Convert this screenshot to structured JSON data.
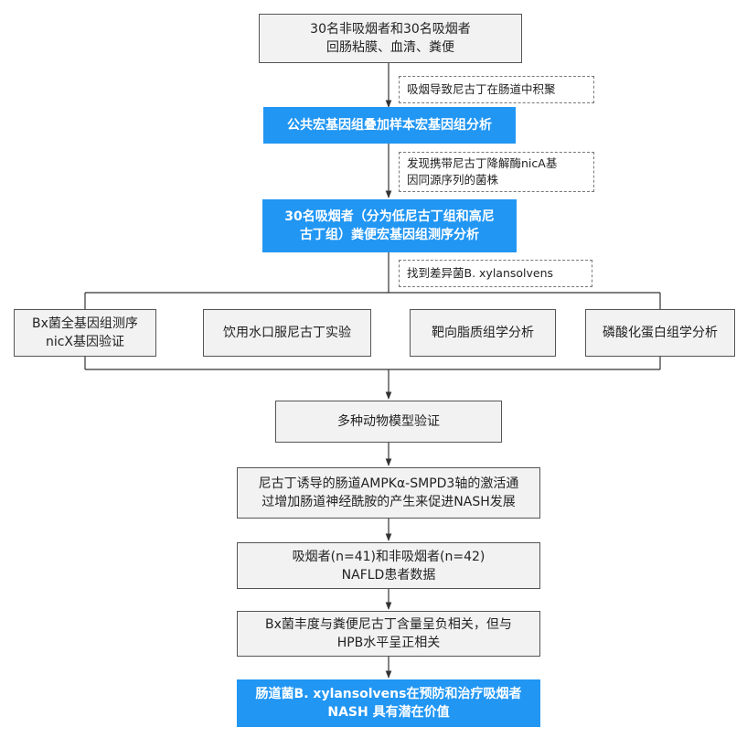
{
  "nodes": {
    "n1": "30名非吸烟者和30名吸烟者\n回肠粘膜、血清、粪便",
    "n2": "公共宏基因组叠加样本宏基因组分析",
    "n3": "30名吸烟者（分为低尼古丁组和高尼\n古丁组）粪便宏基因组测序分析",
    "b1": "Bx菌全基因组测序\nnicX基因验证",
    "b2": "饮用水口服尼古丁实验",
    "b3": "靶向脂质组学分析",
    "b4": "磷酸化蛋白组学分析",
    "n4": "多种动物模型验证",
    "n5": "尼古丁诱导的肠道AMPKα-SMPD3轴的激活通\n过增加肠道神经酰胺的产生来促进NASH发展",
    "n6": "吸烟者(n=41)和非吸烟者(n=42)\nNAFLD患者数据",
    "n7": "Bx菌丰度与粪便尼古丁含量呈负相关，但与\nHPB水平呈正相关",
    "n8": "肠道菌B. xylansolvens在预防和治疗吸烟者\nNASH 具有潜在价值"
  },
  "notes": {
    "a1": "吸烟导致尼古丁在肠道中积聚",
    "a2": "发现携带尼古丁降解酶nicA基\n因同源序列的菌株",
    "a3": "找到差异菌B. xylansolvens"
  },
  "colors": {
    "accent": "#2196f3",
    "box_fill": "#f2f2f2",
    "line": "#333333"
  }
}
